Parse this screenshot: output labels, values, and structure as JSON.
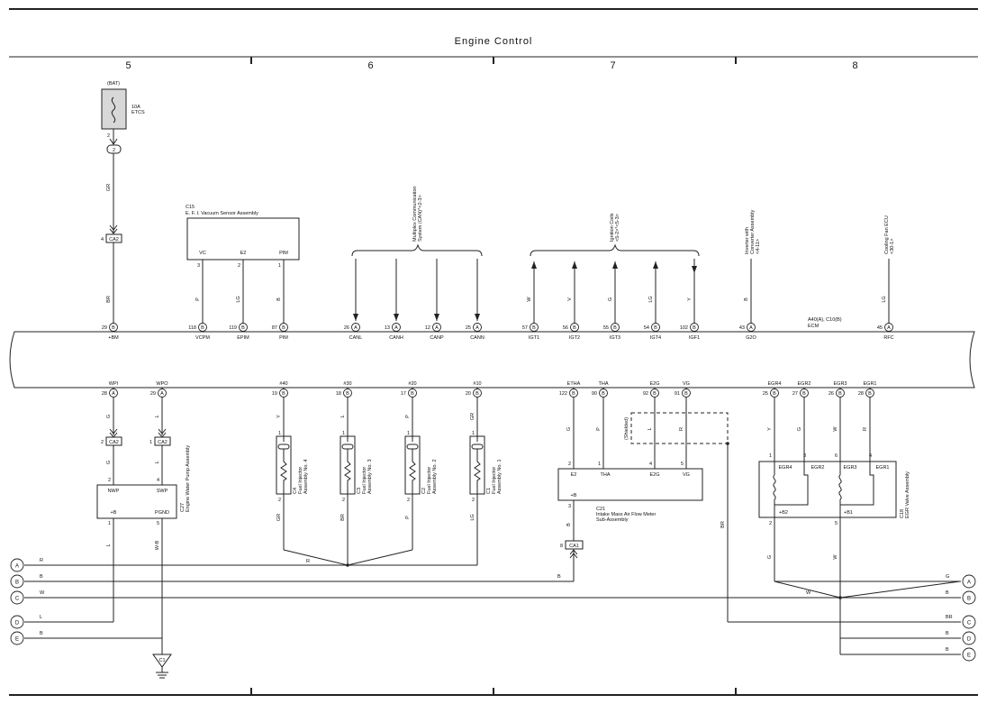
{
  "title": "Engine Control",
  "grid_numbers": [
    "5",
    "6",
    "7",
    "8"
  ],
  "fuse": {
    "source": "(BAT)",
    "rating": "10A",
    "name": "ETCS",
    "pin": "2",
    "connector": "2"
  },
  "connectors": {
    "ca2": "CA2",
    "ca1": "CA1",
    "c1_ground": "C1"
  },
  "ecm": {
    "name": "ECM",
    "parts": "A40(A), C10(B)"
  },
  "vacuum_sensor": {
    "code": "C15",
    "name": "E. F. I.  Vacuum Sensor Assembly",
    "pins": [
      "VC",
      "E2",
      "PIM"
    ],
    "pin_nums": [
      "3",
      "2",
      "1"
    ],
    "wires": [
      "P",
      "LG",
      "B"
    ]
  },
  "can": {
    "label_lines": [
      "Multiplex Communication",
      "System (CAN)*<2-3>"
    ]
  },
  "ignition": {
    "label_lines": [
      "Ignition Coils",
      "<5-2>*<5-3>"
    ],
    "wires": [
      "W",
      "V",
      "G",
      "LG",
      "Y"
    ]
  },
  "inverter": {
    "label_lines": [
      "Inverter with",
      "Converter Assembly",
      "<4-11>"
    ],
    "wire": "B"
  },
  "cooling": {
    "label_lines": [
      "Cooling Fan ECU",
      "<30-1>"
    ],
    "wire": "LG"
  },
  "top_terminals": [
    {
      "num": "29",
      "conn": "B",
      "name": "+BM"
    },
    {
      "num": "118",
      "conn": "B",
      "name": "VCPM"
    },
    {
      "num": "119",
      "conn": "B",
      "name": "EPIM"
    },
    {
      "num": "87",
      "conn": "B",
      "name": "PIM"
    },
    {
      "num": "26",
      "conn": "A",
      "name": "CANL"
    },
    {
      "num": "13",
      "conn": "A",
      "name": "CANH"
    },
    {
      "num": "12",
      "conn": "A",
      "name": "CANP"
    },
    {
      "num": "25",
      "conn": "A",
      "name": "CANN"
    },
    {
      "num": "57",
      "conn": "B",
      "name": "IGT1"
    },
    {
      "num": "56",
      "conn": "B",
      "name": "IGT2"
    },
    {
      "num": "55",
      "conn": "B",
      "name": "IGT3"
    },
    {
      "num": "54",
      "conn": "B",
      "name": "IGT4"
    },
    {
      "num": "102",
      "conn": "B",
      "name": "IGF1"
    },
    {
      "num": "43",
      "conn": "A",
      "name": "G2O"
    },
    {
      "num": "45",
      "conn": "A",
      "name": "RFC"
    }
  ],
  "bottom_terminals": [
    {
      "num": "28",
      "conn": "A",
      "name": "WPI"
    },
    {
      "num": "29",
      "conn": "A",
      "name": "WPO"
    },
    {
      "num": "19",
      "conn": "B",
      "name": "#40"
    },
    {
      "num": "18",
      "conn": "B",
      "name": "#30"
    },
    {
      "num": "17",
      "conn": "B",
      "name": "#20"
    },
    {
      "num": "20",
      "conn": "B",
      "name": "#10"
    },
    {
      "num": "122",
      "conn": "B",
      "name": "ETHA"
    },
    {
      "num": "90",
      "conn": "B",
      "name": "THA"
    },
    {
      "num": "92",
      "conn": "B",
      "name": "E2G"
    },
    {
      "num": "91",
      "conn": "B",
      "name": "VG"
    },
    {
      "num": "25",
      "conn": "B",
      "name": "EGR4"
    },
    {
      "num": "27",
      "conn": "B",
      "name": "EGR2"
    },
    {
      "num": "26",
      "conn": "B",
      "name": "EGR3"
    },
    {
      "num": "28",
      "conn": "B",
      "name": "EGR1"
    }
  ],
  "water_pump": {
    "code": "C27",
    "name": "Engine Water Pump Assembly",
    "pins": [
      "NWP",
      "SWP",
      "+B",
      "PGND"
    ],
    "pin_nums": [
      "2",
      "4",
      "1",
      "5"
    ],
    "conn_pins": [
      "2",
      "1"
    ],
    "wires_top": [
      "G",
      "L"
    ],
    "wires_mid": [
      "G",
      "L"
    ],
    "wires_bottom": [
      "L",
      "W-B"
    ]
  },
  "injectors": [
    {
      "code": "C4",
      "name": "Fuel Injector",
      "sub": "Assembly No. 4",
      "wire_top": "Y",
      "wire_bot": "GR",
      "p1": "1",
      "p2": "2"
    },
    {
      "code": "C3",
      "name": "Fuel Injector",
      "sub": "Assembly No. 3",
      "wire_top": "L",
      "wire_bot": "BR",
      "p1": "1",
      "p2": "2"
    },
    {
      "code": "C2",
      "name": "Fuel Injector",
      "sub": "Assembly No. 2",
      "wire_top": "P",
      "wire_bot": "P",
      "p1": "1",
      "p2": "2"
    },
    {
      "code": "C1",
      "name": "Fuel Injector",
      "sub": "Assembly No. 1",
      "wire_top": "GR",
      "wire_bot": "LG",
      "p1": "1",
      "p2": "2"
    }
  ],
  "maf": {
    "code": "C21",
    "name_lines": [
      "Intake Mass Air Flow Meter",
      "Sub-Assembly"
    ],
    "pins": [
      "E2",
      "THA",
      "E2G",
      "VG",
      "+B"
    ],
    "pin_nums": [
      "2",
      "1",
      "4",
      "5",
      "3"
    ],
    "wires": [
      "G",
      "P",
      "L",
      "R",
      "B"
    ],
    "shielded": "(Shielded)",
    "conn_pin": "8"
  },
  "egr": {
    "code": "C18",
    "name": "EGR Valve Assembly",
    "pins": [
      "EGR4",
      "EGR2",
      "EGR3",
      "EGR1",
      "+B2",
      "+B1"
    ],
    "pin_nums": [
      "1",
      "3",
      "6",
      "4",
      "2",
      "5"
    ],
    "wires": [
      "Y",
      "G",
      "W",
      "R",
      "G",
      "W"
    ],
    "br_wire": "BR"
  },
  "misc_wires": {
    "gr": "GR",
    "br": "BR",
    "r_bus": "R"
  },
  "bus_left": [
    {
      "letter": "A",
      "wire": "R"
    },
    {
      "letter": "B",
      "wire": "B"
    },
    {
      "letter": "C",
      "wire": "W"
    },
    {
      "letter": "D",
      "wire": "L"
    },
    {
      "letter": "E",
      "wire": "B"
    }
  ],
  "bus_right": [
    {
      "letter": "A",
      "wire": "G"
    },
    {
      "letter": "B",
      "wire": "B"
    },
    {
      "letter": "C",
      "wire": "BR"
    },
    {
      "letter": "D",
      "wire": "B"
    },
    {
      "letter": "E",
      "wire": "B"
    }
  ],
  "bus_extra": {
    "maf_b": "B",
    "egr_w": "W"
  }
}
